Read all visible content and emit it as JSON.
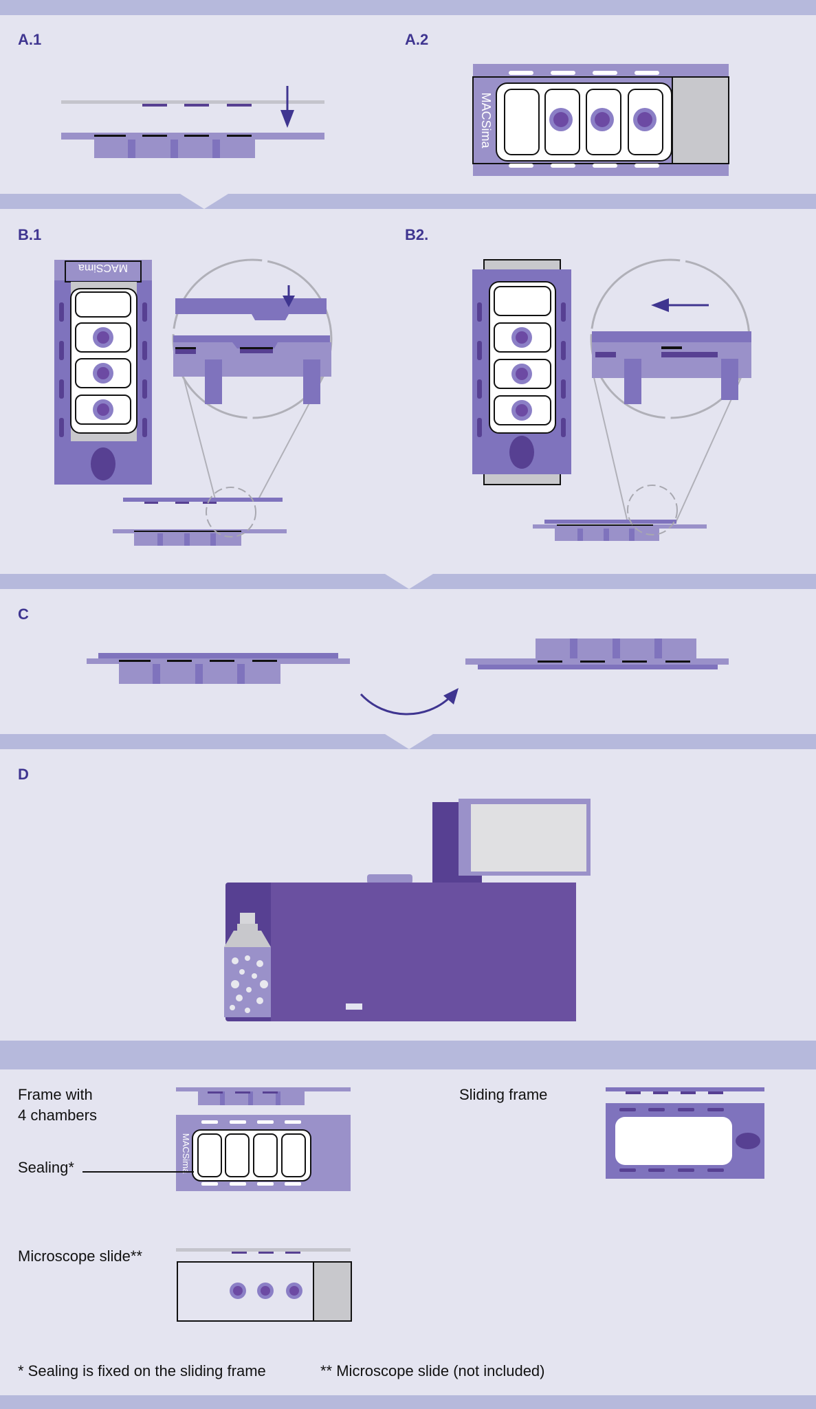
{
  "sections": {
    "a1": "A.1",
    "a2": "A.2",
    "b1": "B.1",
    "b2": "B2.",
    "c": "C",
    "d": "D"
  },
  "brand_text": "MACSima",
  "legend": {
    "frame_with_chambers_line1": "Frame with",
    "frame_with_chambers_line2": "4 chambers",
    "sealing": "Sealing*",
    "sliding_frame": "Sliding frame",
    "microscope_slide": "Microscope slide**"
  },
  "footnotes": {
    "sealing_note": "* Sealing is fixed on the sliding frame",
    "slide_note": "** Microscope slide (not included)"
  },
  "colors": {
    "background": "#e4e4f0",
    "band": "#b6b9dc",
    "frame_light": "#9a91c9",
    "frame_mid": "#7f73bd",
    "frame_dark": "#574092",
    "well": "#6c4aa3",
    "instrument": "#6a50a0",
    "accent_text": "#3f3590"
  }
}
